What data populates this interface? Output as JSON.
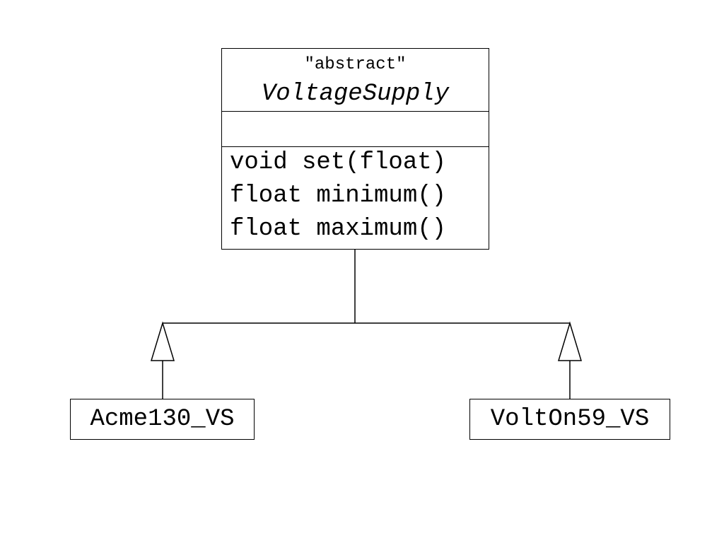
{
  "diagram": {
    "type": "uml-class-diagram",
    "abstract_class": {
      "stereotype": "\"abstract\"",
      "name": "VoltageSupply",
      "attributes": [],
      "operations": [
        "void set(float)",
        "float minimum()",
        "float maximum()"
      ]
    },
    "subclasses": [
      {
        "name": "Acme130_VS"
      },
      {
        "name": "VoltOn59_VS"
      }
    ],
    "relationships": [
      {
        "type": "generalization",
        "from": "Acme130_VS",
        "to": "VoltageSupply"
      },
      {
        "type": "generalization",
        "from": "VoltOn59_VS",
        "to": "VoltageSupply"
      }
    ],
    "colors": {
      "line": "#000000",
      "background": "#ffffff"
    }
  }
}
